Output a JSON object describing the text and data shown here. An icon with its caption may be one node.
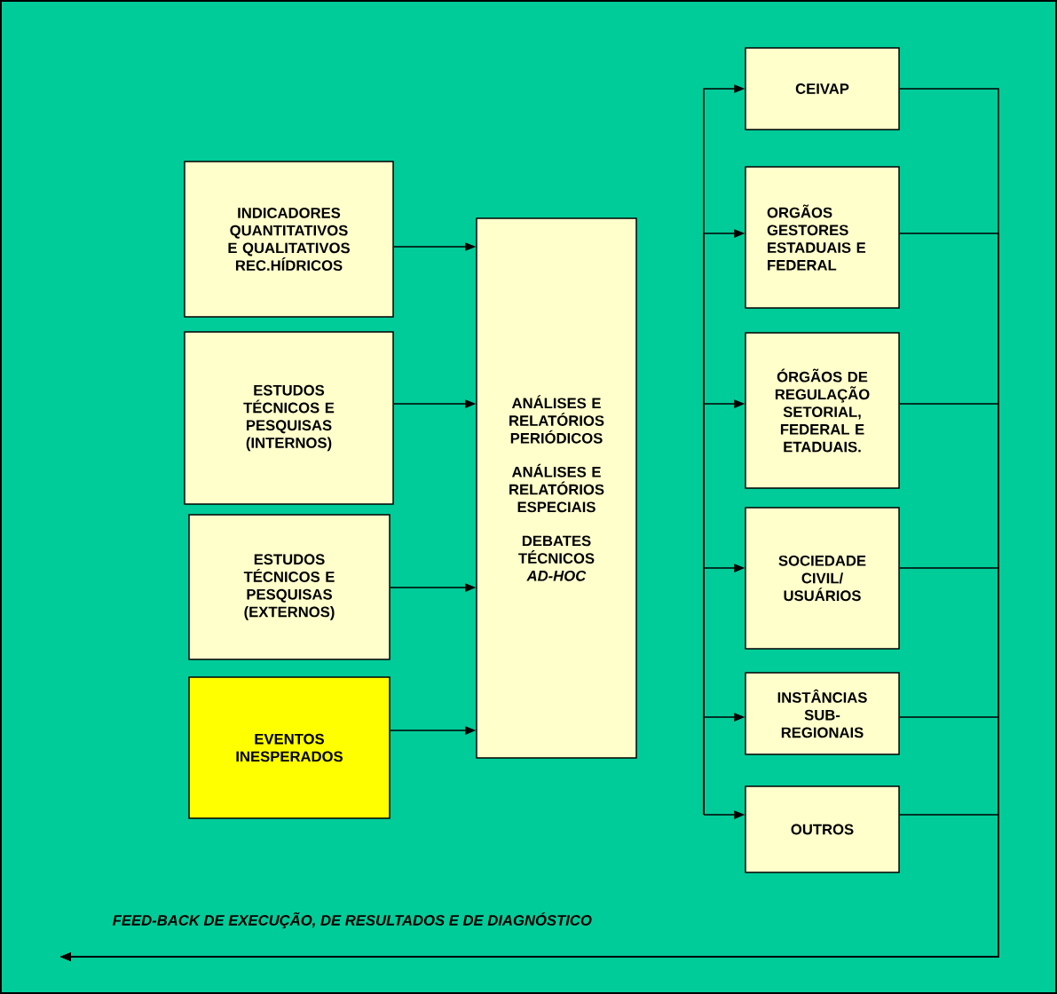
{
  "diagram": {
    "nodes": [
      {
        "text": [
          "INDICADORES QUANTITATIVOS E QUALITATIVOS REC.HÍDRICOS"
        ]
      },
      {
        "text": [
          "ESTUDOS TÉCNICOS E PESQUISAS (INTERNOS)"
        ]
      },
      {
        "text": [
          "ESTUDOS TÉCNICOS E PESQUISAS (EXTERNOS)"
        ]
      },
      {
        "text": [
          "EVENTOS INESPERADOS"
        ]
      },
      {
        "text": [
          "ANÁLISES E RELATÓRIOS PERIÓDICOS",
          "ANÁLISES E RELATÓRIOS ESPECIAIS",
          "DEBATES TÉCNICOS *AD-HOC*"
        ]
      },
      {
        "text": [
          "CEIVAP"
        ]
      },
      {
        "text": [
          "ORGÃOS GESTORES ESTADUAIS E FEDERAL"
        ]
      },
      {
        "text": [
          "ÓRGÃOS DE REGULAÇÃO SETORIAL, FEDERAL E ETADUAIS."
        ]
      },
      {
        "text": [
          "SOCIEDADE CIVIL/ USUÁRIOS"
        ]
      },
      {
        "text": [
          "INSTÂNCIAS SUB-REGIONAIS"
        ]
      },
      {
        "text": [
          "OUTROS"
        ]
      }
    ],
    "edges": [
      {
        "from": 0,
        "to": 4,
        "arrow": "to"
      },
      {
        "from": 1,
        "to": 4,
        "arrow": "to"
      },
      {
        "from": 2,
        "to": 4,
        "arrow": "to"
      },
      {
        "from": 3,
        "to": 4,
        "arrow": "to"
      },
      {
        "from": null,
        "to": 5,
        "arrow": "to"
      },
      {
        "from": null,
        "to": 6,
        "arrow": "to"
      },
      {
        "from": null,
        "to": 7,
        "arrow": "to"
      },
      {
        "from": null,
        "to": 8,
        "arrow": "to"
      },
      {
        "from": null,
        "to": 9,
        "arrow": "to"
      },
      {
        "from": null,
        "to": 10,
        "arrow": "to"
      },
      {
        "from": 5,
        "to": null,
        "arrow": "to"
      },
      {
        "from": 6,
        "to": null,
        "arrow": "to"
      },
      {
        "from": 7,
        "to": null,
        "arrow": "to"
      },
      {
        "from": 8,
        "to": null,
        "arrow": "to"
      },
      {
        "from": 9,
        "to": null,
        "arrow": "to"
      },
      {
        "from": 10,
        "to": null,
        "arrow": "to"
      }
    ],
    "labels": [
      "FEED-BACK DE EXECUÇÃO, DE RESULTADOS E DE DIAGNÓSTICO"
    ]
  }
}
